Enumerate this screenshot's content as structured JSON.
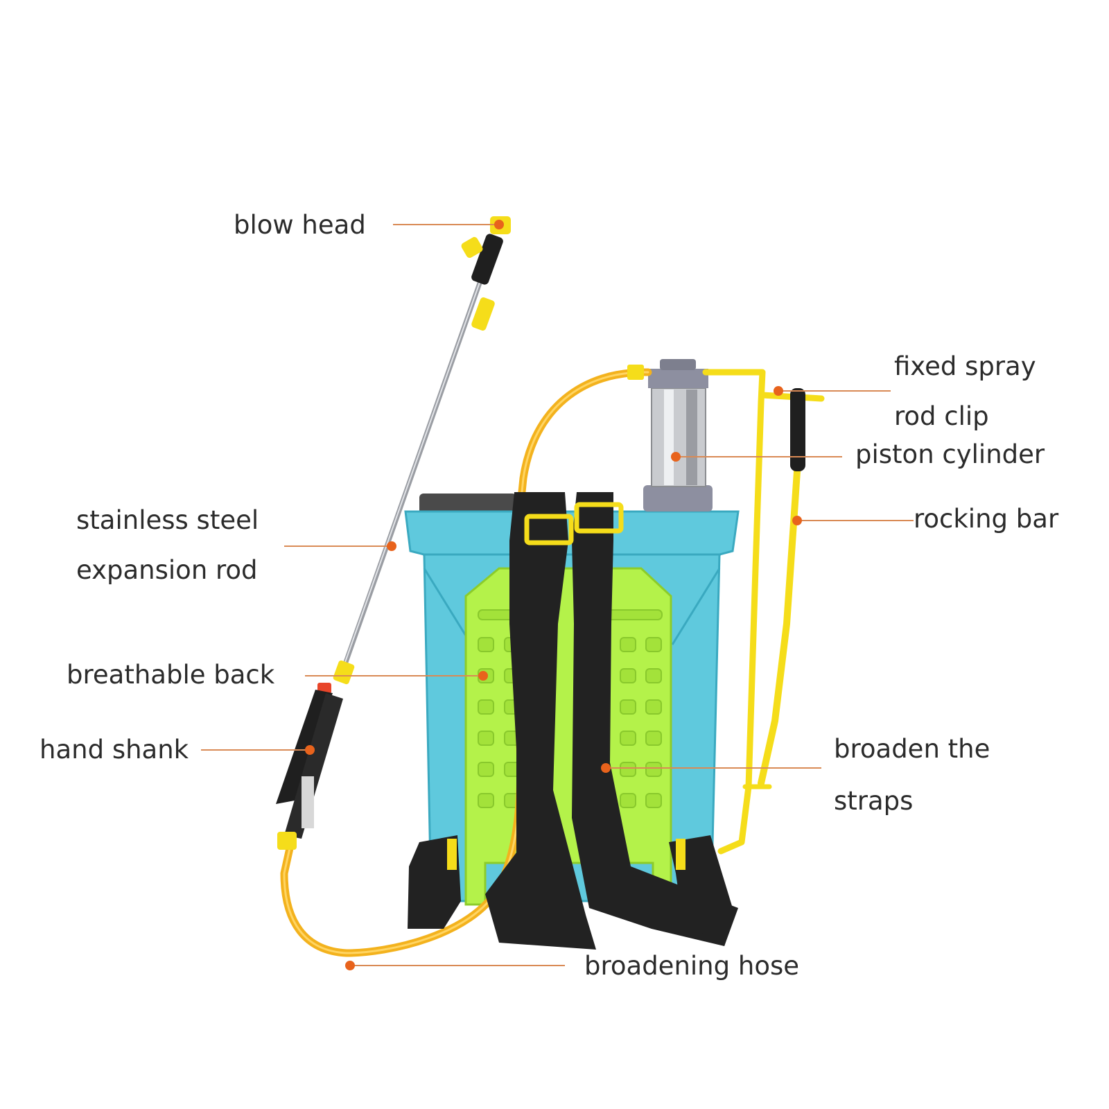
{
  "labels": {
    "blow_head": "blow head",
    "fixed_spray_line1": "fixed spray",
    "fixed_spray_line2": "rod clip",
    "piston_cylinder": "piston cylinder",
    "rocking_bar": "rocking bar",
    "stainless_line1": "stainless steel",
    "stainless_line2": "expansion rod",
    "breathable_back": "breathable back",
    "hand_shank": "hand shank",
    "broaden_line1": "broaden the",
    "broaden_line2": "straps",
    "broadening_hose": "broadening hose"
  },
  "colors": {
    "leader": "#d98a55",
    "dot": "#e8631c",
    "tank": "#5fc9dd",
    "back_panel": "#b4f24a",
    "strap": "#222222",
    "hose": "#f3b21d",
    "yellow_part": "#f5dd1a"
  }
}
